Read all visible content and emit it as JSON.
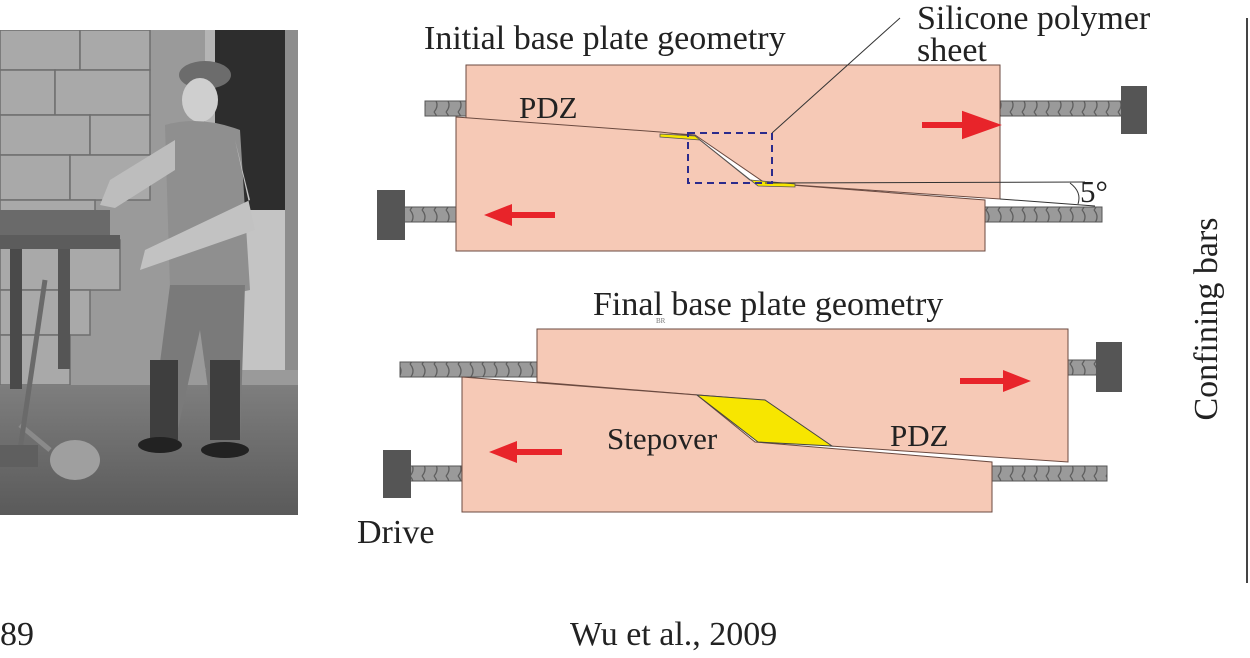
{
  "figure": {
    "title_initial": "Initial base plate geometry",
    "title_final": "Final base plate geometry",
    "silicone_label_line1": "Silicone polymer",
    "silicone_label_line2": "sheet",
    "pdz_label_top": "PDZ",
    "pdz_label_bottom": "PDZ",
    "stepover_label": "Stepover",
    "angle_label": "5°",
    "drive_label": "Drive",
    "confining_label": "Confining bars",
    "tiny_mark": "BR",
    "citation": "Wu et al., 2009",
    "left_number": "89"
  },
  "colors": {
    "plate": "#f6c9b6",
    "plate_stroke": "#6b4a40",
    "silicone": "#f7e600",
    "arrow": "#e8242a",
    "bar": "#8a8a8a",
    "block": "#555555",
    "box": "#2b2b8c"
  },
  "icons": {
    "arrow": "red-arrow-icon",
    "threaded_rod": "threaded-rod-icon",
    "end_block": "end-block-icon"
  }
}
